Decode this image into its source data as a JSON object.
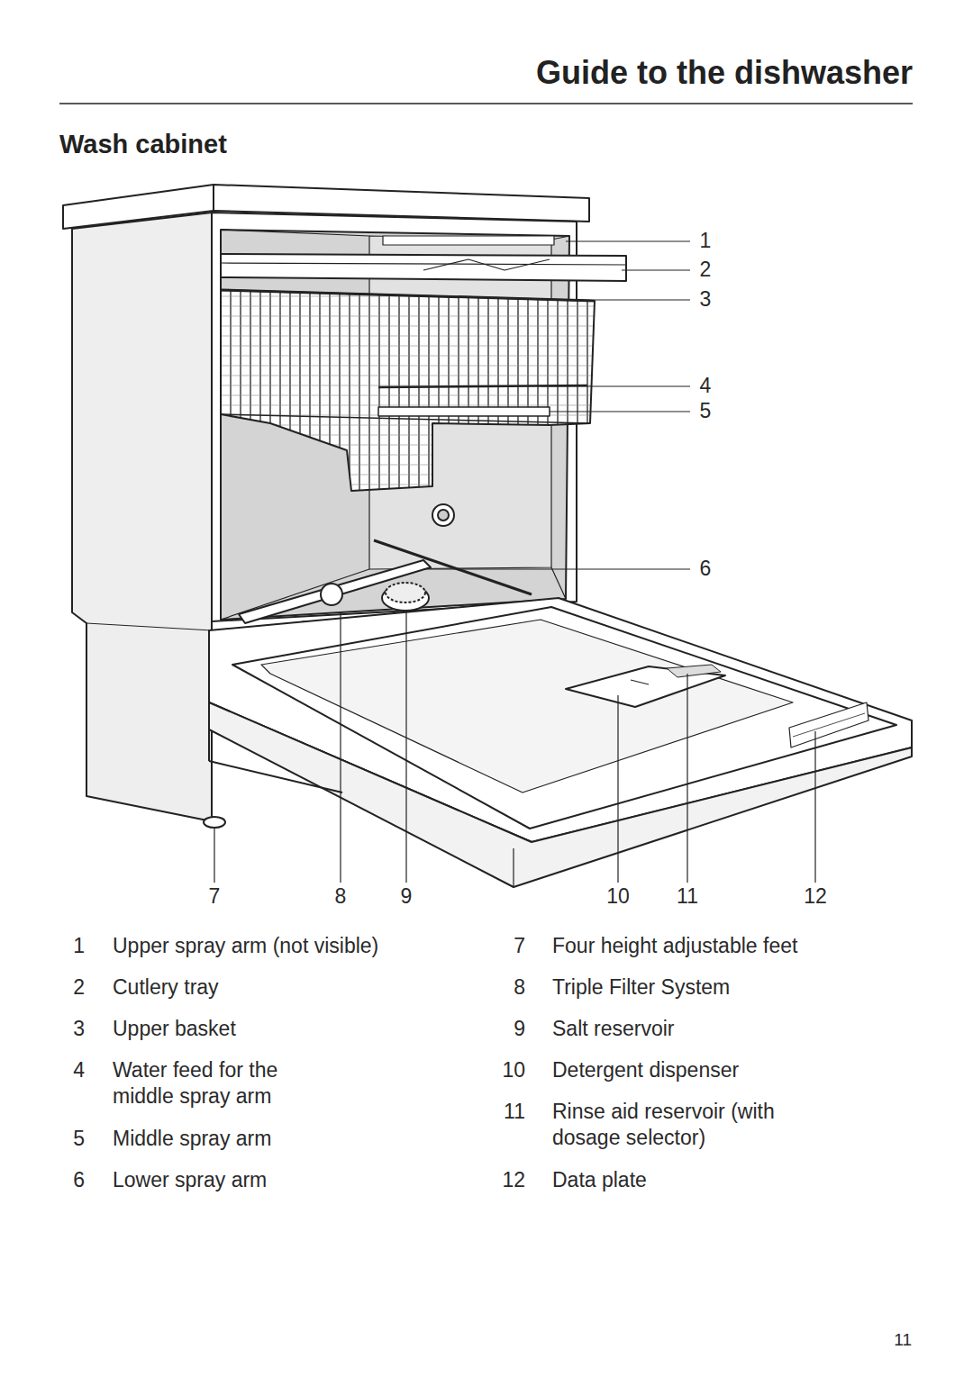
{
  "diagram": {
    "title": "Guide to the dishwasher",
    "labels": [
      "Wash cabinet",
      "1",
      "2",
      "3",
      "4",
      "5",
      "6",
      "7",
      "8",
      "9",
      "10",
      "11",
      "12",
      "1",
      "Upper spray arm (not visible)",
      "2",
      "Cutlery tray",
      "3",
      "Upper basket",
      "4",
      "Water feed for the middle spray arm",
      "5",
      "Middle spray arm",
      "6",
      "Lower spray arm",
      "7",
      "Four height adjustable feet",
      "8",
      "Triple Filter System",
      "9",
      "Salt reservoir",
      "10",
      "Detergent dispenser",
      "11",
      "Rinse aid reservoir (with dosage selector)",
      "12",
      "Data plate",
      "11"
    ]
  }
}
